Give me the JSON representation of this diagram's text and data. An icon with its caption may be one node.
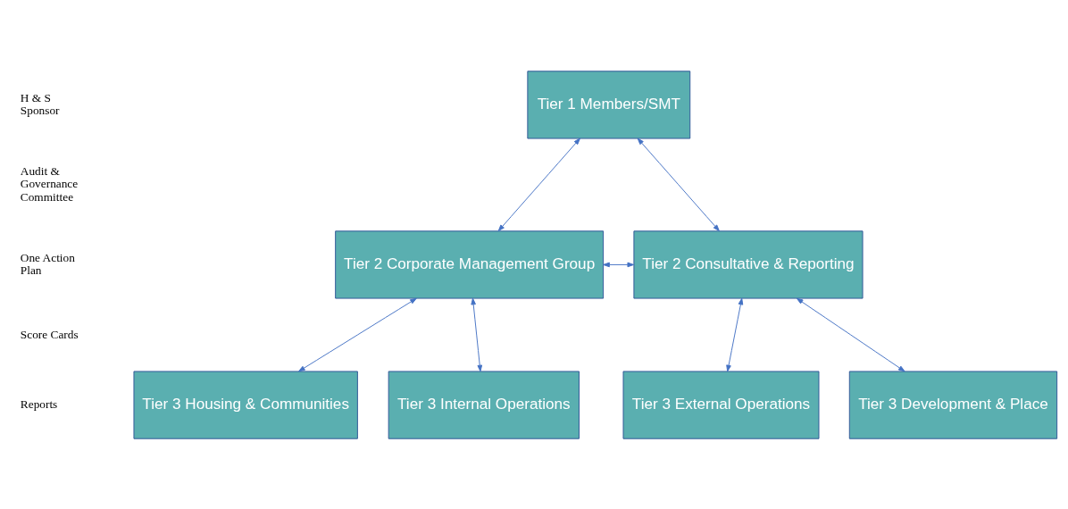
{
  "diagram": {
    "nodes": [
      {
        "text": [
          "Tier 1 Members/SMT"
        ]
      },
      {
        "text": [
          "Tier 2 Corporate Management Group"
        ]
      },
      {
        "text": [
          "Tier 2 Consultative & Reporting"
        ]
      },
      {
        "text": [
          "Tier 3 Housing & Communities"
        ]
      },
      {
        "text": [
          "Tier 3 Internal Operations"
        ]
      },
      {
        "text": [
          "Tier 3 External Operations"
        ]
      },
      {
        "text": [
          "Tier 3 Development & Place"
        ]
      }
    ],
    "edges": [
      {
        "from": 0,
        "to": 1,
        "arrow": "both"
      },
      {
        "from": 0,
        "to": 2,
        "arrow": "both"
      },
      {
        "from": 1,
        "to": 2,
        "arrow": "both"
      },
      {
        "from": 1,
        "to": 3,
        "arrow": "both"
      },
      {
        "from": 1,
        "to": 4,
        "arrow": "both"
      },
      {
        "from": 2,
        "to": 5,
        "arrow": "both"
      },
      {
        "from": 2,
        "to": 6,
        "arrow": "both"
      }
    ],
    "labels": [
      "H & S Sponsor",
      "Audit & Governance Committee",
      "One Action Plan",
      "Score Cards",
      "Reports"
    ]
  }
}
